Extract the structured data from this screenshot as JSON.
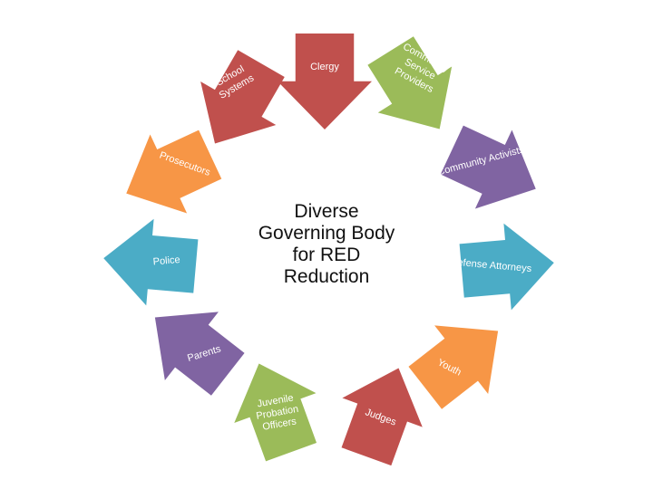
{
  "center": {
    "lines": [
      "Diverse",
      "Governing Body",
      "for RED",
      "Reduction"
    ]
  },
  "colors": {
    "red": "#C0504D",
    "green": "#9BBB59",
    "purple": "#8064A2",
    "orange": "#F79646",
    "teal": "#4BACC6"
  },
  "arrows": [
    {
      "id": "clergy",
      "label": [
        "Clergy"
      ],
      "color": "#C0504D"
    },
    {
      "id": "community-service-providers",
      "label": [
        "Community",
        "Service",
        "Providers"
      ],
      "color": "#9BBB59"
    },
    {
      "id": "community-activists",
      "label": [
        "Community Activists"
      ],
      "color": "#8064A2"
    },
    {
      "id": "defense-attorneys",
      "label": [
        "Defense Attorneys"
      ],
      "color": "#4BACC6"
    },
    {
      "id": "youth",
      "label": [
        "Youth"
      ],
      "color": "#F79646"
    },
    {
      "id": "judges",
      "label": [
        "Judges"
      ],
      "color": "#C0504D"
    },
    {
      "id": "juvenile-probation-officers",
      "label": [
        "Juvenile",
        "Probation",
        "Officers"
      ],
      "color": "#9BBB59"
    },
    {
      "id": "parents",
      "label": [
        "Parents"
      ],
      "color": "#8064A2"
    },
    {
      "id": "police",
      "label": [
        "Police"
      ],
      "color": "#4BACC6"
    },
    {
      "id": "prosecutors",
      "label": [
        "Prosecutors"
      ],
      "color": "#F79646"
    },
    {
      "id": "school-systems",
      "label": [
        "School",
        "Systems"
      ],
      "color": "#C0504D"
    }
  ]
}
